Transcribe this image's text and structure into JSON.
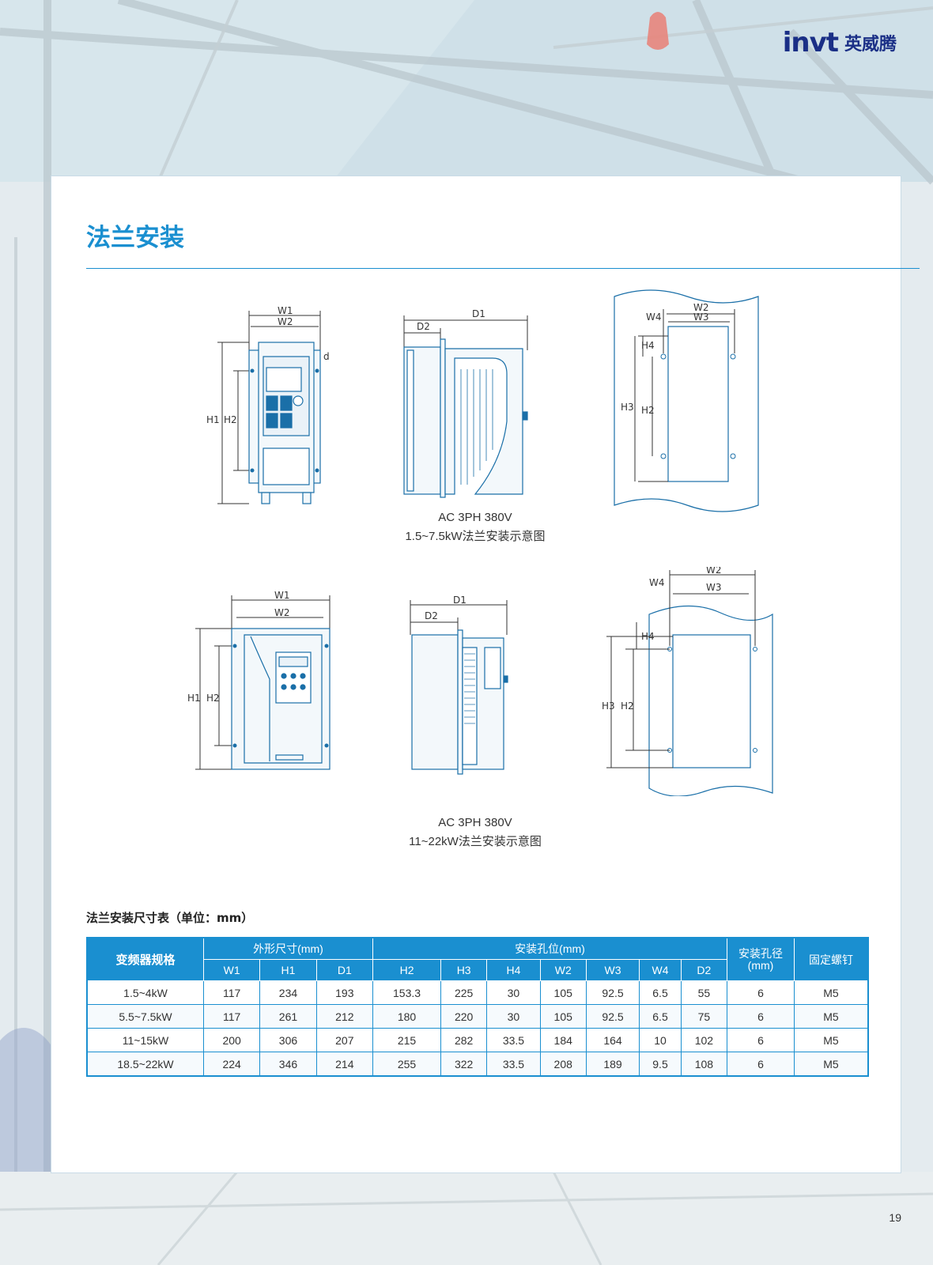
{
  "brand": {
    "mark": "invt",
    "name_cn": "英威腾"
  },
  "section": {
    "title": "法兰安装"
  },
  "figure1": {
    "caption_line1": "AC 3PH 380V",
    "caption_line2": "1.5~7.5kW法兰安装示意图",
    "labels": {
      "w1": "W1",
      "w2": "W2",
      "w3": "W3",
      "w4": "W4",
      "h1": "H1",
      "h2": "H2",
      "h3": "H3",
      "h4": "H4",
      "d": "d",
      "d1": "D1",
      "d2": "D2"
    }
  },
  "figure2": {
    "caption_line1": "AC 3PH 380V",
    "caption_line2": "11~22kW法兰安装示意图",
    "labels": {
      "w1": "W1",
      "w2": "W2",
      "w3": "W3",
      "w4": "W4",
      "h1": "H1",
      "h2": "H2",
      "h3": "H3",
      "h4": "H4",
      "d1": "D1",
      "d2": "D2"
    }
  },
  "table": {
    "title": "法兰安装尺寸表（单位：mm）",
    "header": {
      "spec": "变频器规格",
      "outer": "外形尺寸(mm)",
      "mount": "安装孔位(mm)",
      "hole": "安装孔径",
      "hole_unit": "(mm)",
      "screw": "固定螺钉"
    },
    "subheaders": [
      "W1",
      "H1",
      "D1",
      "H2",
      "H3",
      "H4",
      "W2",
      "W3",
      "W4",
      "D2"
    ],
    "rows": [
      [
        "1.5~4kW",
        "117",
        "234",
        "193",
        "153.3",
        "225",
        "30",
        "105",
        "92.5",
        "6.5",
        "55",
        "6",
        "M5"
      ],
      [
        "5.5~7.5kW",
        "117",
        "261",
        "212",
        "180",
        "220",
        "30",
        "105",
        "92.5",
        "6.5",
        "75",
        "6",
        "M5"
      ],
      [
        "11~15kW",
        "200",
        "306",
        "207",
        "215",
        "282",
        "33.5",
        "184",
        "164",
        "10",
        "102",
        "6",
        "M5"
      ],
      [
        "18.5~22kW",
        "224",
        "346",
        "214",
        "255",
        "322",
        "33.5",
        "208",
        "189",
        "9.5",
        "108",
        "6",
        "M5"
      ]
    ]
  },
  "page_number": "19",
  "colors": {
    "accent": "#1a8fd0",
    "brand_blue": "#1a2f86",
    "brand_red": "#e0201f"
  }
}
